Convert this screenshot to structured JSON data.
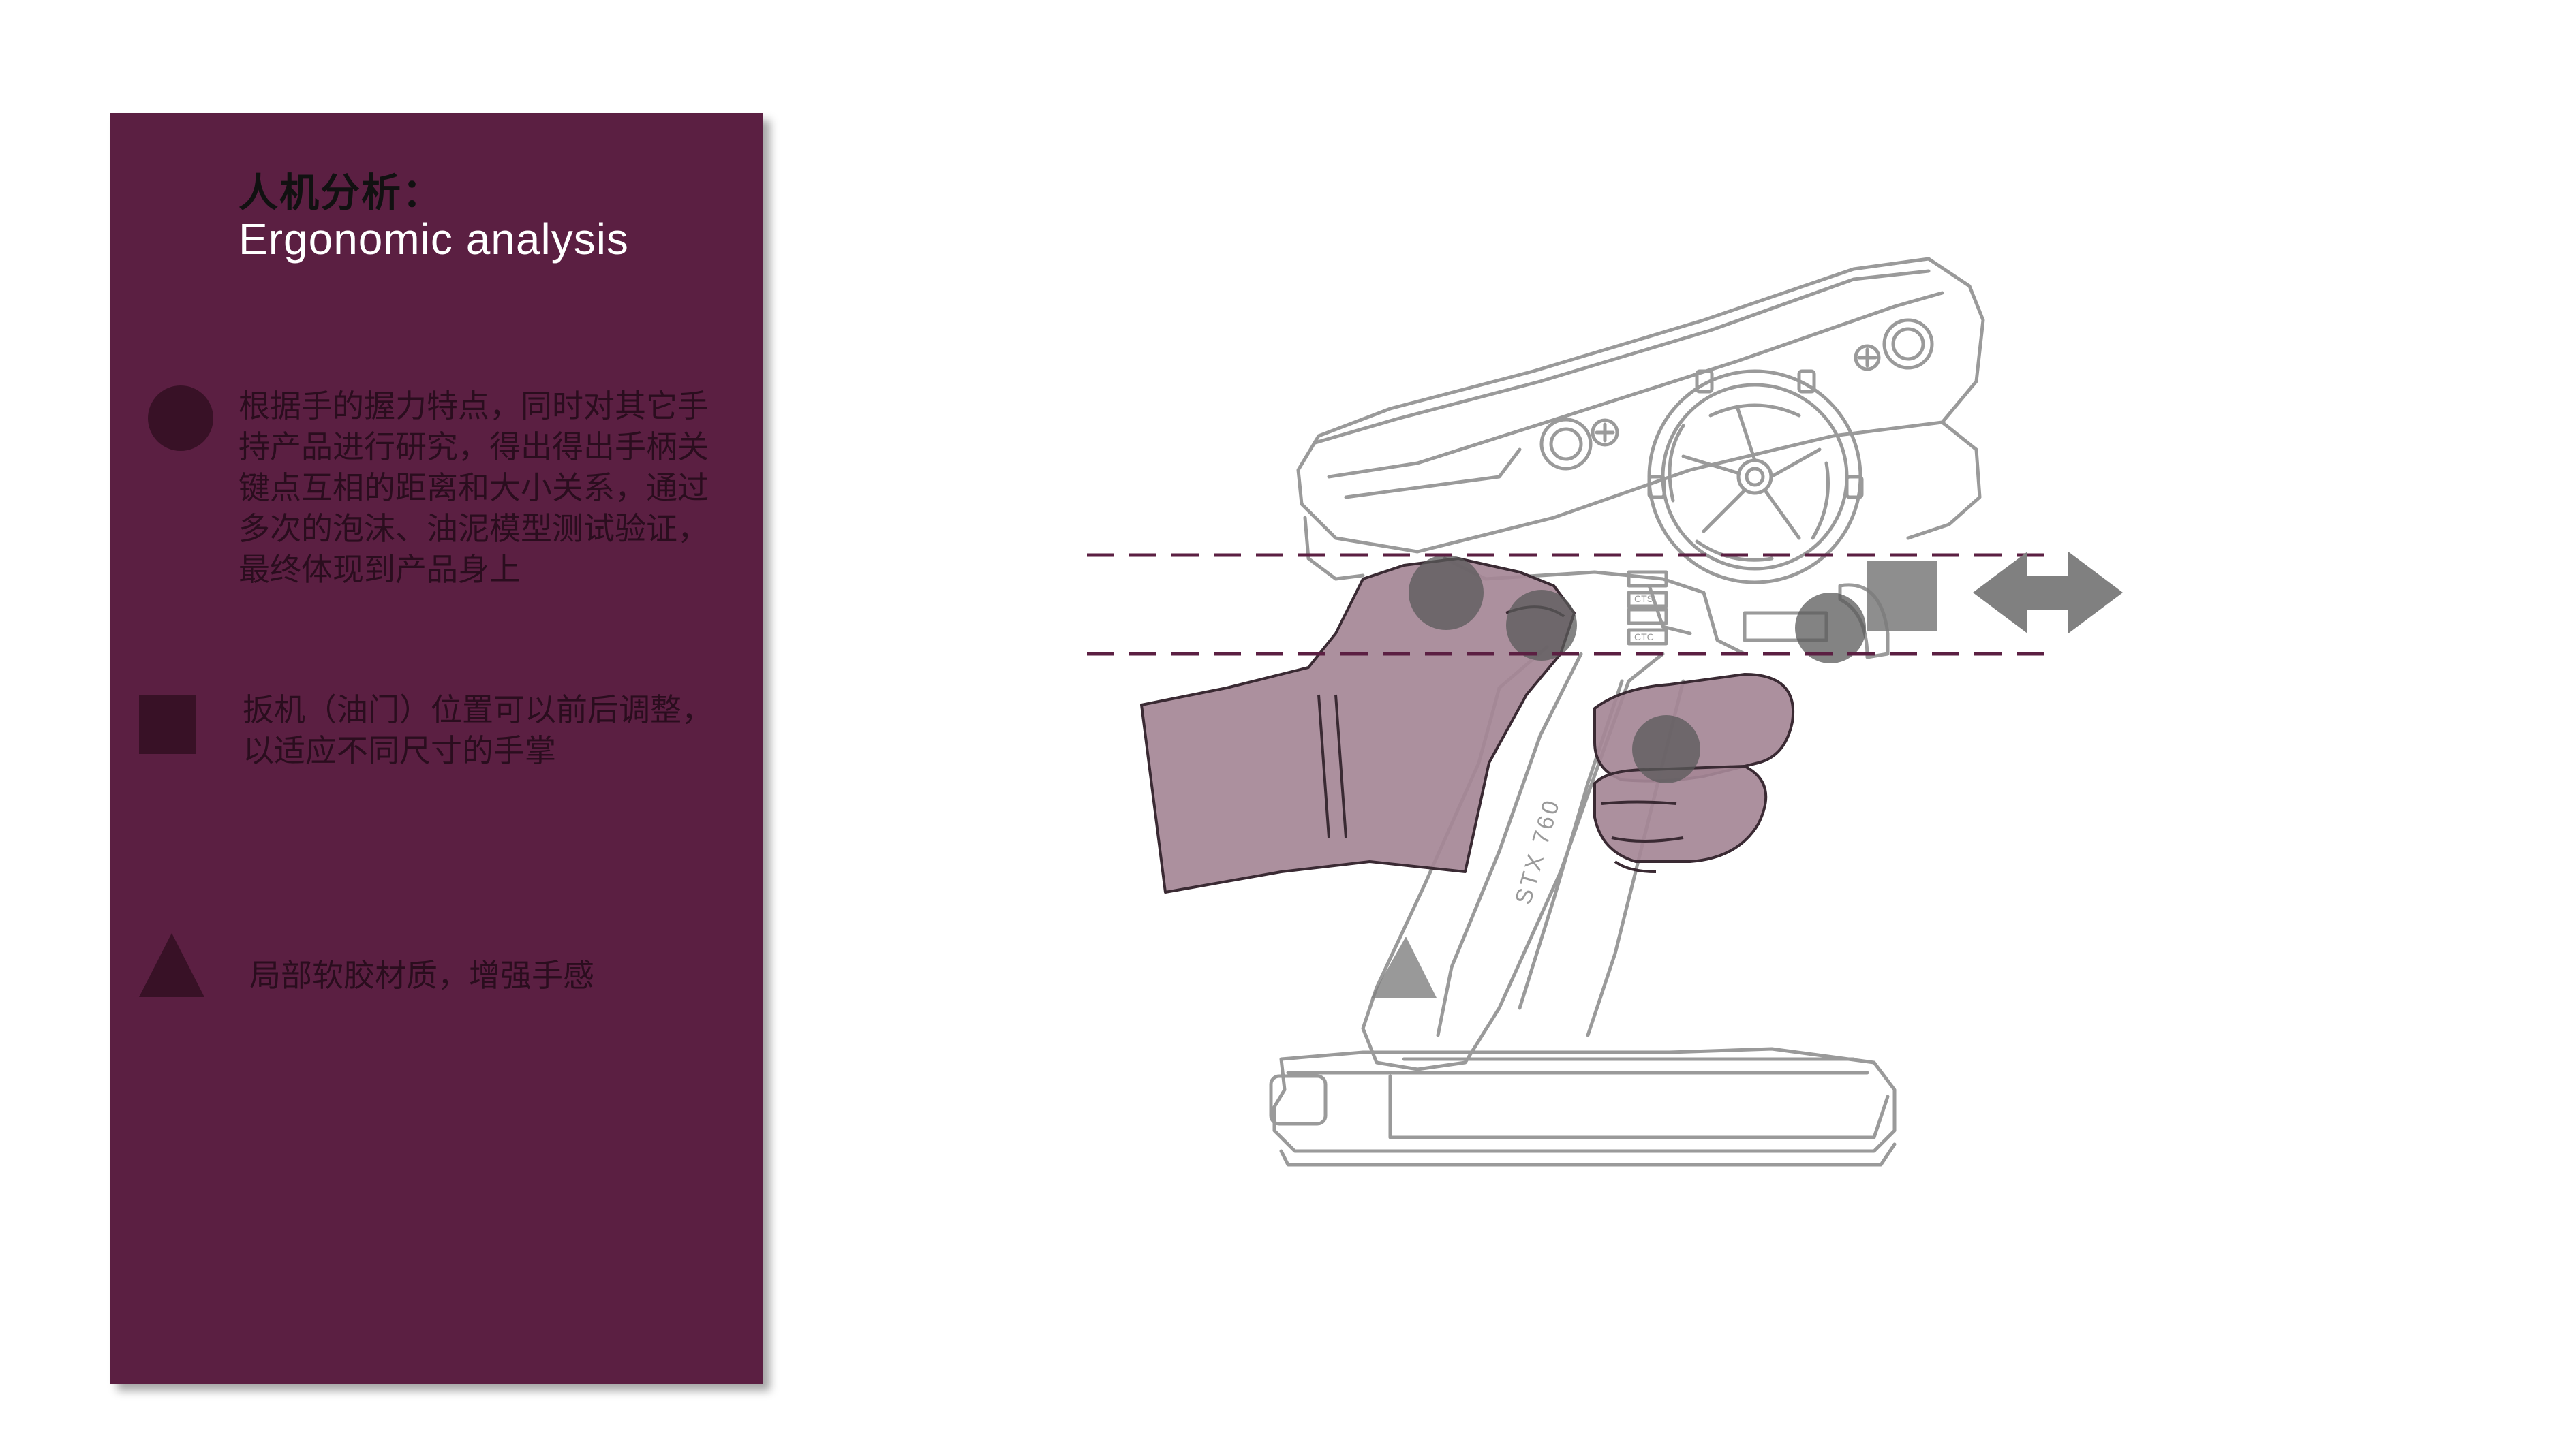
{
  "header": {
    "title_cn": "人机分析：",
    "title_en": "Ergonomic analysis"
  },
  "legend": [
    {
      "symbol": "circle",
      "text": "根据手的握力特点，同时对其它手\n持产品进行研究，得出得出手柄关\n键点互相的距离和大小关系，通过\n多次的泡沫、油泥模型测试验证，\n最终体现到产品身上"
    },
    {
      "symbol": "square",
      "text": "扳机（油门）位置可以前后调整，\n以适应不同尺寸的手掌"
    },
    {
      "symbol": "triangle",
      "text": "局部软胶材质，增强手感"
    }
  ],
  "illustration": {
    "model_label": "STX 760",
    "button_label_1": "CTS",
    "button_label_2": "CTC"
  },
  "colors": {
    "panel": "#5b1f42",
    "symbol": "#381126",
    "hand": "#a58796",
    "hand_stroke": "#3a2a33",
    "marker_gray": "#808080",
    "dashed_line": "#5b1f42",
    "device_stroke": "#9a9a9a"
  }
}
